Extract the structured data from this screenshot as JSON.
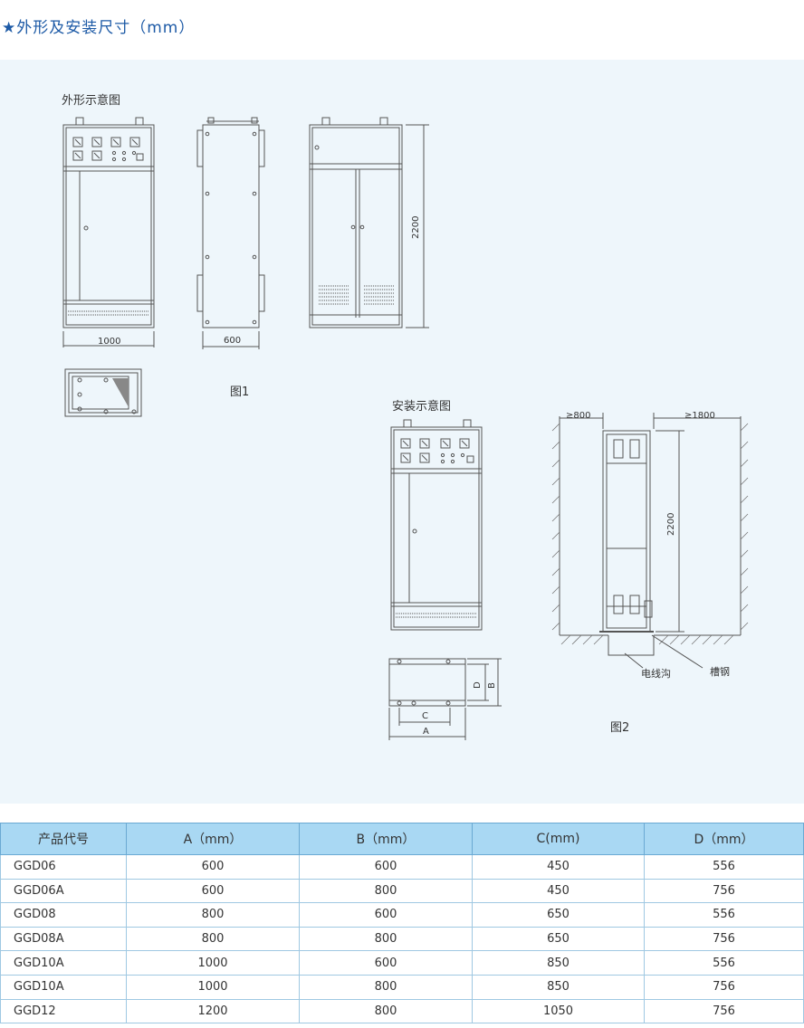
{
  "heading": "★外形及安装尺寸（mm）",
  "labels": {
    "outline_title": "外形示意图",
    "fig1": "图1",
    "install_title": "安装示意图",
    "fig2": "图2",
    "cable_trench": "电线沟",
    "channel_steel": "槽钢"
  },
  "dims": {
    "w1000": "1000",
    "w600": "600",
    "h2200": "2200",
    "h2200b": "2200",
    "ge800": "≥800",
    "ge1800": "≥1800",
    "a": "A",
    "b": "B",
    "c": "C",
    "d": "D"
  },
  "table": {
    "headers": [
      "产品代号",
      "A（mm）",
      "B（mm）",
      "C(mm)",
      "D（mm）"
    ],
    "rows": [
      [
        "GGD06",
        "600",
        "600",
        "450",
        "556"
      ],
      [
        "GGD06A",
        "600",
        "800",
        "450",
        "756"
      ],
      [
        "GGD08",
        "800",
        "600",
        "650",
        "556"
      ],
      [
        "GGD08A",
        "800",
        "800",
        "650",
        "756"
      ],
      [
        "GGD10A",
        "1000",
        "600",
        "850",
        "556"
      ],
      [
        "GGD10A",
        "1000",
        "800",
        "850",
        "756"
      ],
      [
        "GGD12",
        "1200",
        "800",
        "1050",
        "756"
      ]
    ]
  },
  "colors": {
    "heading": "#1d5aa6",
    "panel": "#eef6fb",
    "table_header": "#a9d8f3"
  }
}
